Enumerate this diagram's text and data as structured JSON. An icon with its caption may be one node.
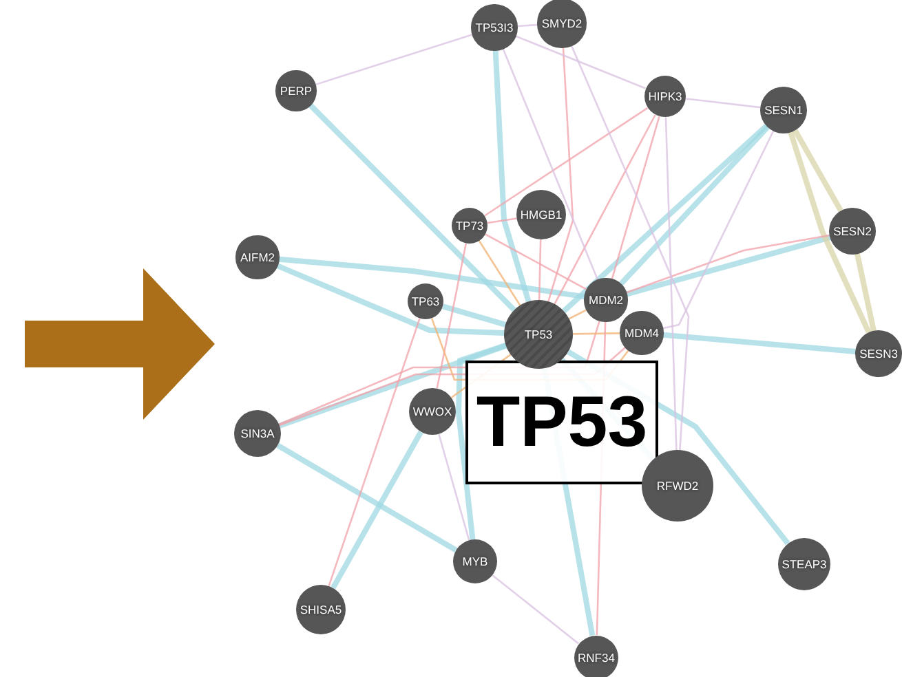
{
  "diagram": {
    "nodes": [
      {
        "text": [
          "TP53I3"
        ]
      },
      {
        "text": [
          "SMYD2"
        ]
      },
      {
        "text": [
          "PERP"
        ]
      },
      {
        "text": [
          "HIPK3"
        ]
      },
      {
        "text": [
          "SESN1"
        ]
      },
      {
        "text": [
          "TP73"
        ]
      },
      {
        "text": [
          "HMGB1"
        ]
      },
      {
        "text": [
          "SESN2"
        ]
      },
      {
        "text": [
          "AIFM2"
        ]
      },
      {
        "text": [
          "TP63"
        ]
      },
      {
        "text": [
          "MDM2"
        ]
      },
      {
        "text": [
          "TP53"
        ]
      },
      {
        "text": [
          "MDM4"
        ]
      },
      {
        "text": [
          "SESN3"
        ]
      },
      {
        "text": [
          "WWOX"
        ]
      },
      {
        "text": [
          "SIN3A"
        ]
      },
      {
        "text": [
          "RFWD2"
        ]
      },
      {
        "text": [
          "MYB"
        ]
      },
      {
        "text": [
          "STEAP3"
        ]
      },
      {
        "text": [
          "SHISA5"
        ]
      },
      {
        "text": [
          "RNF34"
        ]
      }
    ],
    "labels": [
      "TP53"
    ],
    "edges": [
      {
        "from": 2,
        "to": 11,
        "arrow": "none",
        "style": "thick"
      },
      {
        "from": 0,
        "to": 11,
        "arrow": "none",
        "style": "thick"
      },
      {
        "from": 8,
        "to": 11,
        "arrow": "none",
        "style": "thick"
      },
      {
        "from": 8,
        "to": 10,
        "arrow": "none",
        "style": "thick"
      },
      {
        "from": 4,
        "to": 11,
        "arrow": "none",
        "style": "thick"
      },
      {
        "from": 4,
        "to": 10,
        "arrow": "none",
        "style": "thick"
      },
      {
        "from": 7,
        "to": 10,
        "arrow": "none",
        "style": "thick"
      },
      {
        "from": 12,
        "to": 13,
        "arrow": "none",
        "style": "thick"
      },
      {
        "from": 15,
        "to": 11,
        "arrow": "none",
        "style": "thick"
      },
      {
        "from": 15,
        "to": 17,
        "arrow": "none",
        "style": "thick"
      },
      {
        "from": 17,
        "to": 11,
        "arrow": "none",
        "style": "thick"
      },
      {
        "from": 20,
        "to": 11,
        "arrow": "none",
        "style": "thick"
      },
      {
        "from": 18,
        "to": 11,
        "arrow": "none",
        "style": "thick"
      },
      {
        "from": 19,
        "to": 14,
        "arrow": "none",
        "style": "thick"
      },
      {
        "from": 16,
        "to": 11,
        "arrow": "none",
        "style": "thick"
      },
      {
        "from": 9,
        "to": 11,
        "arrow": "none",
        "style": "thick"
      },
      {
        "from": 4,
        "to": 7,
        "arrow": "none",
        "style": "thick",
        "color": "#d8d4a8"
      },
      {
        "from": 4,
        "to": 13,
        "arrow": "none",
        "style": "thick",
        "color": "#d8d4a8"
      },
      {
        "from": 7,
        "to": 13,
        "arrow": "none",
        "style": "thick",
        "color": "#d8d4a8"
      },
      {
        "from": 1,
        "to": 11,
        "arrow": "none",
        "color": "#f0a0a8"
      },
      {
        "from": 3,
        "to": 11,
        "arrow": "none",
        "color": "#f0a0a8"
      },
      {
        "from": 3,
        "to": 5,
        "arrow": "none",
        "color": "#f0a0a8"
      },
      {
        "from": 3,
        "to": 10,
        "arrow": "none",
        "color": "#f0a0a8"
      },
      {
        "from": 5,
        "to": 10,
        "arrow": "none",
        "color": "#f0a0a8"
      },
      {
        "from": 5,
        "to": 11,
        "arrow": "none",
        "color": "#f0b070"
      },
      {
        "from": 6,
        "to": 11,
        "arrow": "none",
        "color": "#f0a0a8"
      },
      {
        "from": 6,
        "to": 5,
        "arrow": "none",
        "color": "#f0a0a8"
      },
      {
        "from": 15,
        "to": 10,
        "arrow": "none",
        "color": "#f0a0a8"
      },
      {
        "from": 15,
        "to": 12,
        "arrow": "none",
        "color": "#f0a0a8"
      },
      {
        "from": 14,
        "to": 5,
        "arrow": "none",
        "color": "#f0a0a8"
      },
      {
        "from": 19,
        "to": 9,
        "arrow": "none",
        "color": "#f0a0a8"
      },
      {
        "from": 10,
        "to": 7,
        "arrow": "none",
        "color": "#f0a0a8"
      },
      {
        "from": 10,
        "to": 11,
        "arrow": "none",
        "color": "#f0b070"
      },
      {
        "from": 12,
        "to": 11,
        "arrow": "none",
        "color": "#f0b070"
      },
      {
        "from": 9,
        "to": 12,
        "arrow": "none",
        "color": "#f0b070"
      },
      {
        "from": 20,
        "to": 10,
        "arrow": "none",
        "color": "#f0a0a8"
      },
      {
        "from": 0,
        "to": 1,
        "arrow": "none",
        "color": "#d8c0e0"
      },
      {
        "from": 2,
        "to": 0,
        "arrow": "none",
        "color": "#d8c0e0"
      },
      {
        "from": 0,
        "to": 3,
        "arrow": "none",
        "color": "#d8c0e0"
      },
      {
        "from": 3,
        "to": 4,
        "arrow": "none",
        "color": "#d8c0e0"
      },
      {
        "from": 0,
        "to": 10,
        "arrow": "none",
        "color": "#d8c0e0"
      },
      {
        "from": 3,
        "to": 16,
        "arrow": "none",
        "color": "#d8c0e0"
      },
      {
        "from": 4,
        "to": 12,
        "arrow": "none",
        "color": "#d8c0e0"
      },
      {
        "from": 17,
        "to": 20,
        "arrow": "none",
        "color": "#d8c0e0"
      },
      {
        "from": 14,
        "to": 17,
        "arrow": "none",
        "color": "#d8c0e0"
      },
      {
        "from": 1,
        "to": 16,
        "arrow": "none",
        "color": "#d8c0e0"
      },
      {
        "from": 14,
        "to": 11,
        "arrow": "none",
        "color": "#f0b070"
      }
    ]
  }
}
